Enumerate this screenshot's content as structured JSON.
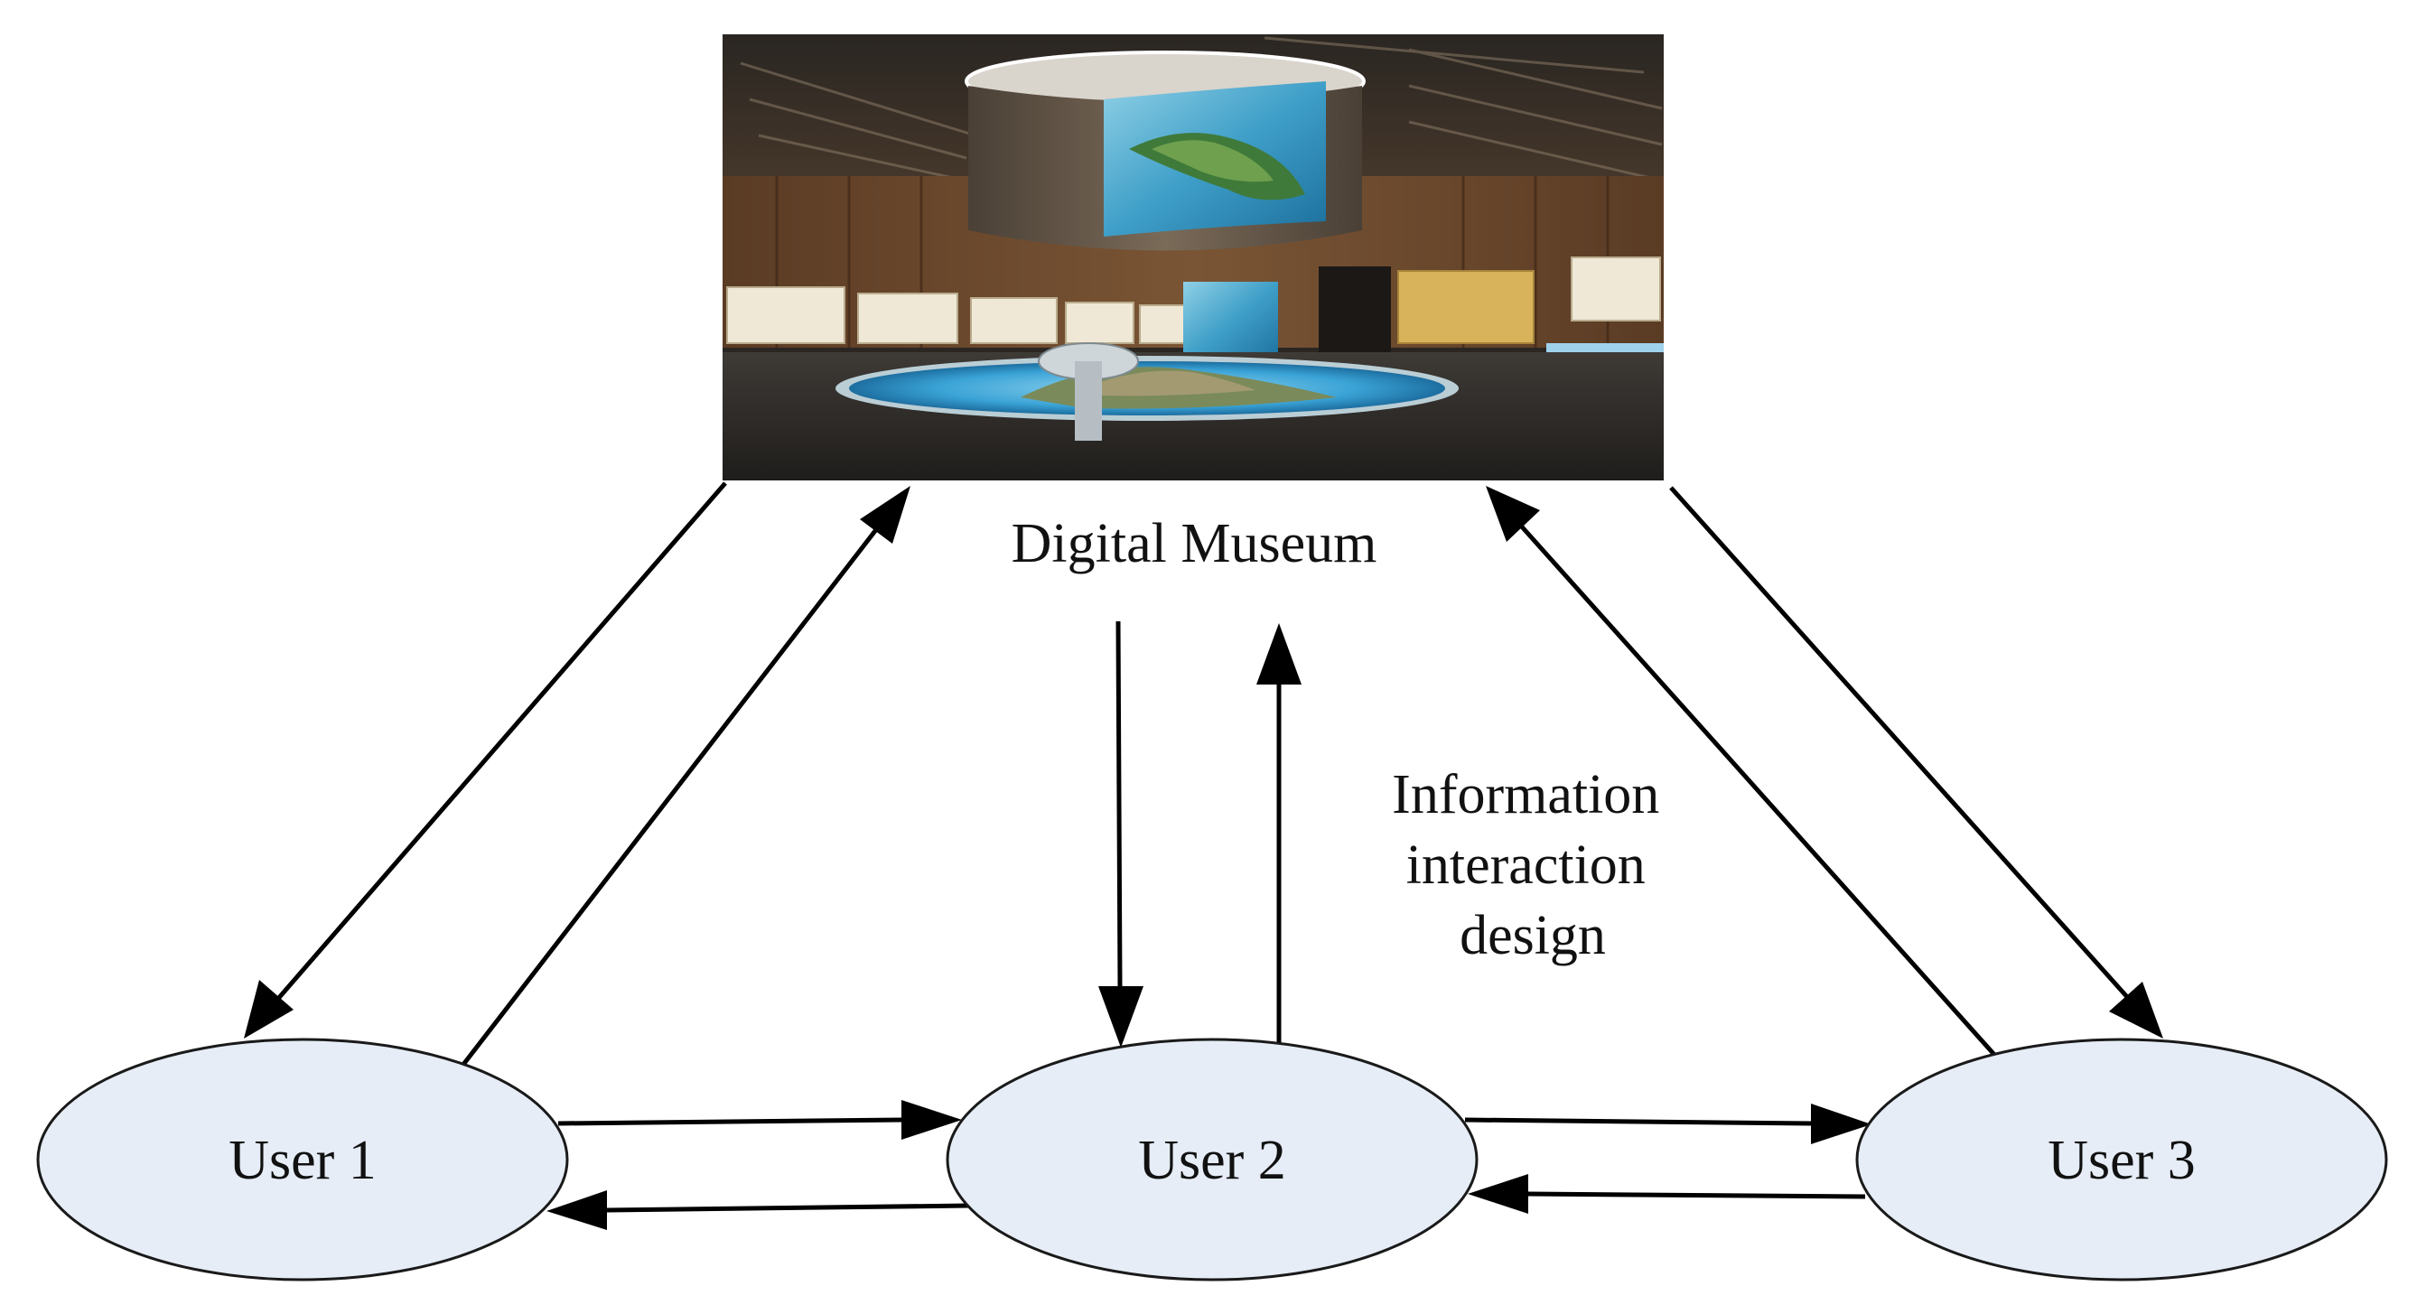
{
  "museum": {
    "label": "Digital Museum"
  },
  "interaction": {
    "lines": [
      "Information",
      "interaction",
      "design"
    ]
  },
  "users": [
    {
      "id": "user-1",
      "label": "User 1"
    },
    {
      "id": "user-2",
      "label": "User 2"
    },
    {
      "id": "user-3",
      "label": "User 3"
    }
  ],
  "colors": {
    "node_fill": "#e6edf7",
    "node_stroke": "#1a1a1a",
    "edge": "#000000"
  },
  "edges": [
    {
      "from": "digital-museum",
      "to": "user-1"
    },
    {
      "from": "user-1",
      "to": "digital-museum"
    },
    {
      "from": "digital-museum",
      "to": "user-2"
    },
    {
      "from": "user-2",
      "to": "digital-museum"
    },
    {
      "from": "user-3",
      "to": "digital-museum"
    },
    {
      "from": "digital-museum",
      "to": "user-3"
    },
    {
      "from": "user-1",
      "to": "user-2"
    },
    {
      "from": "user-2",
      "to": "user-1"
    },
    {
      "from": "user-2",
      "to": "user-3"
    },
    {
      "from": "user-3",
      "to": "user-2"
    }
  ]
}
